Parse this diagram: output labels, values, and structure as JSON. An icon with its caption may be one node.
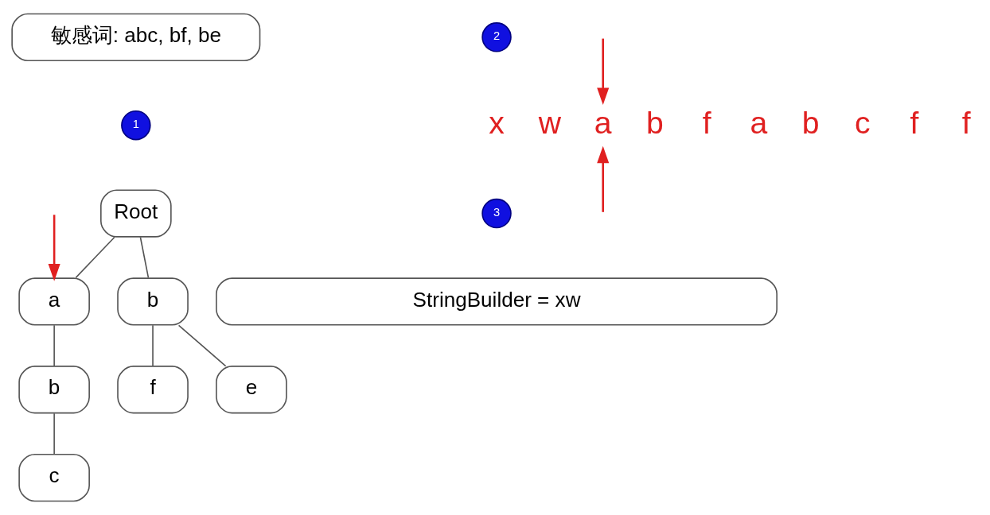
{
  "diagram": {
    "nodes": [
      {
        "text": [
          "敏感词: abc, bf, be"
        ]
      },
      {
        "text": [
          "1"
        ]
      },
      {
        "text": [
          "2"
        ]
      },
      {
        "text": [
          "Root"
        ]
      },
      {
        "text": [
          "a"
        ]
      },
      {
        "text": [
          "b"
        ]
      },
      {
        "text": [
          "x"
        ]
      },
      {
        "text": [
          "w"
        ]
      },
      {
        "text": [
          "a"
        ]
      },
      {
        "text": [
          "b"
        ]
      },
      {
        "text": [
          "f"
        ]
      },
      {
        "text": [
          "a"
        ]
      },
      {
        "text": [
          "b"
        ]
      },
      {
        "text": [
          "c"
        ]
      },
      {
        "text": [
          "f"
        ]
      },
      {
        "text": [
          "f"
        ]
      },
      {
        "text": [
          "b"
        ]
      },
      {
        "text": [
          "f"
        ]
      },
      {
        "text": [
          "e"
        ]
      },
      {
        "text": [
          "3"
        ]
      },
      {
        "text": [
          "c"
        ]
      },
      {
        "text": [
          "StringBuilder = xw"
        ]
      }
    ],
    "edges": [
      {
        "from": 3,
        "to": 4,
        "arrow": "none"
      },
      {
        "from": 3,
        "to": 5,
        "arrow": "none"
      },
      {
        "from": 4,
        "to": 16,
        "arrow": "none"
      },
      {
        "from": 5,
        "to": 17,
        "arrow": "none"
      },
      {
        "from": 5,
        "to": 18,
        "arrow": "none"
      },
      {
        "from": 16,
        "to": 20,
        "arrow": "none"
      },
      {
        "from": null,
        "to": 4,
        "arrow": "to",
        "color": "#e02020"
      },
      {
        "from": null,
        "to": 8,
        "arrow": "to",
        "color": "#e02020"
      },
      {
        "from": null,
        "to": 8,
        "arrow": "to",
        "color": "#e02020"
      }
    ]
  }
}
